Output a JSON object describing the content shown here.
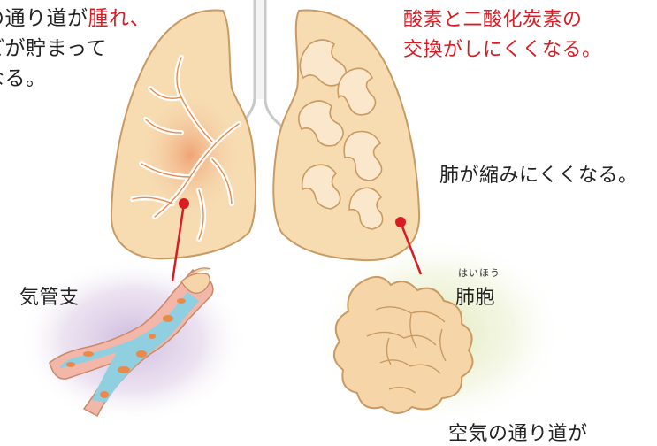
{
  "texts": {
    "airway_line1_black": "の通り道が",
    "airway_line1_red": "腫れ、",
    "airway_line2": "どが貯まって",
    "airway_line3": "なる。",
    "gas_line1": "酸素と二酸化炭素の",
    "gas_line2": "交換がしにくくなる。",
    "lung_shrink": "肺が縮みにくくなる。",
    "bronchi_label": "気管支",
    "alveoli_ruby": "はいほう",
    "alveoli_label": "肺胞",
    "bottom_cut": "空気の通り道が"
  },
  "colors": {
    "accent_red": "#d81c24",
    "lung_fill": "#f7dcb2",
    "lung_outline": "#c99a62",
    "bronchi_blue": "#8fcfe0",
    "bronchi_pink": "#f2b7a8",
    "bronchi_orange": "#e98a4a",
    "alveoli_fill": "#f6d6a8",
    "glow_purple": "#c9b3da",
    "glow_green": "#dfe9b8"
  }
}
